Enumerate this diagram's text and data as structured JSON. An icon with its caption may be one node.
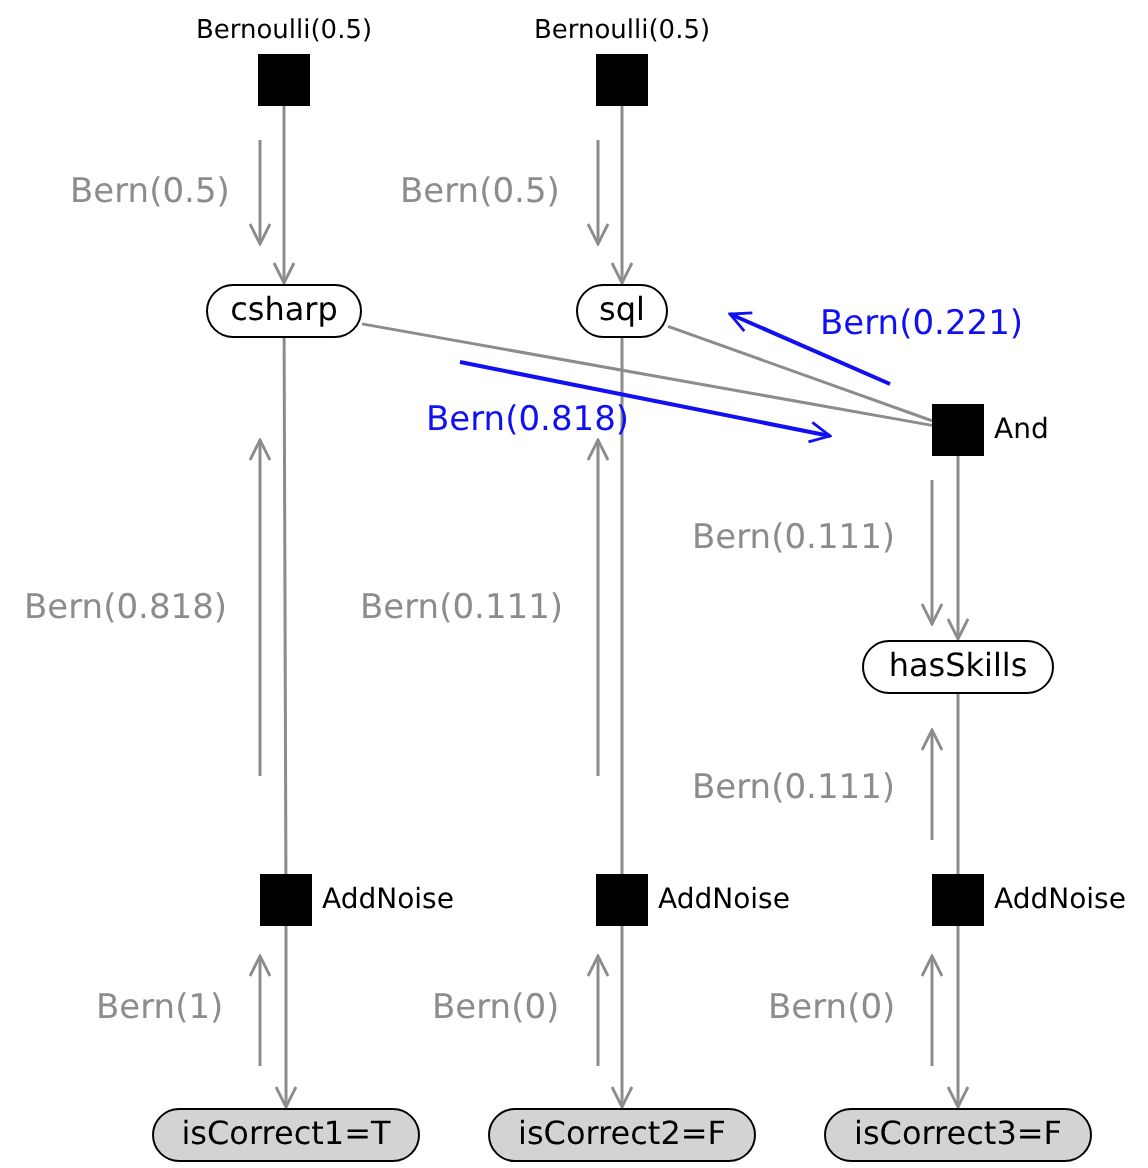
{
  "diagram": {
    "nodes": [
      {
        "text": [],
        "shape": "box",
        "beside": [
          "Bernoulli(0.5)"
        ]
      },
      {
        "text": [],
        "shape": "box",
        "beside": [
          "Bernoulli(0.5)"
        ]
      },
      {
        "text": [
          "csharp"
        ]
      },
      {
        "text": [
          "sql"
        ]
      },
      {
        "text": [],
        "shape": "box",
        "beside": [
          "And"
        ]
      },
      {
        "text": [
          "hasSkills"
        ]
      },
      {
        "text": [],
        "shape": "box",
        "beside": [
          "AddNoise"
        ]
      },
      {
        "text": [],
        "shape": "box",
        "beside": [
          "AddNoise"
        ]
      },
      {
        "text": [],
        "shape": "box",
        "beside": [
          "AddNoise"
        ]
      },
      {
        "text": [
          "isCorrect1=T"
        ]
      },
      {
        "text": [
          "isCorrect2=F"
        ]
      },
      {
        "text": [
          "isCorrect3=F"
        ]
      }
    ],
    "edges": [
      {
        "from": 0,
        "to": 2,
        "arrow": "to"
      },
      {
        "from": 1,
        "to": 3,
        "arrow": "to"
      },
      {
        "from": 2,
        "to": 4,
        "arrow": "none"
      },
      {
        "from": 3,
        "to": 4,
        "arrow": "none"
      },
      {
        "from": 4,
        "to": 5,
        "arrow": "to"
      },
      {
        "from": 2,
        "to": 6,
        "arrow": "none"
      },
      {
        "from": 3,
        "to": 7,
        "arrow": "none"
      },
      {
        "from": 5,
        "to": 8,
        "arrow": "none"
      },
      {
        "from": 6,
        "to": 9,
        "arrow": "to"
      },
      {
        "from": 7,
        "to": 10,
        "arrow": "to"
      },
      {
        "from": 8,
        "to": 11,
        "arrow": "to"
      }
    ],
    "labels": [
      "Bern(0.5)",
      "Bern(0.5)",
      "Bern(0.221)",
      "Bern(0.818)",
      "Bern(0.111)",
      "Bern(0.818)",
      "Bern(0.111)",
      "Bern(0.111)",
      "Bern(1)",
      "Bern(0)",
      "Bern(0)"
    ]
  }
}
